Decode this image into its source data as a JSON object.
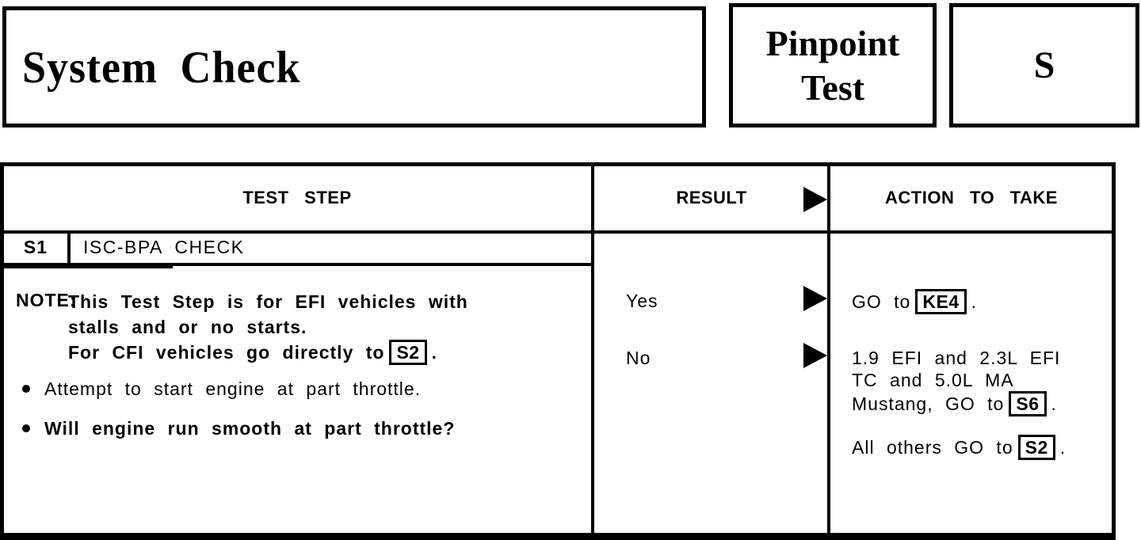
{
  "header": {
    "system_check": "System Check",
    "pinpoint_line1": "Pinpoint",
    "pinpoint_line2": "Test",
    "letter": "S"
  },
  "table": {
    "headers": {
      "test_step": "TEST STEP",
      "result": "RESULT",
      "action": "ACTION TO TAKE"
    },
    "step": {
      "id": "S1",
      "name": "ISC-BPA CHECK",
      "note": {
        "label": "NOTE:",
        "line1": "This Test Step is for EFI vehicles with",
        "line2": "stalls and or no starts.",
        "line3_prefix": "For CFI vehicles go directly to",
        "line3_ref": "S2",
        "line3_suffix": "."
      },
      "bullets": [
        {
          "text": "Attempt to start engine at part throttle."
        },
        {
          "text": "Will engine run smooth at part throttle?"
        }
      ],
      "results": [
        {
          "label": "Yes"
        },
        {
          "label": "No"
        }
      ],
      "actions": {
        "yes": {
          "prefix": "GO to",
          "ref": "KE4",
          "suffix": "."
        },
        "no_line1": "1.9 EFI and 2.3L EFI",
        "no_line2": "TC and 5.0L MA",
        "no_last": {
          "prefix": "Mustang, GO to",
          "ref": "S6",
          "suffix": "."
        },
        "all_others": {
          "prefix": "All others GO to",
          "ref": "S2",
          "suffix": "."
        }
      }
    }
  },
  "colors": {
    "ink": "#000000",
    "paper": "#ffffff"
  }
}
